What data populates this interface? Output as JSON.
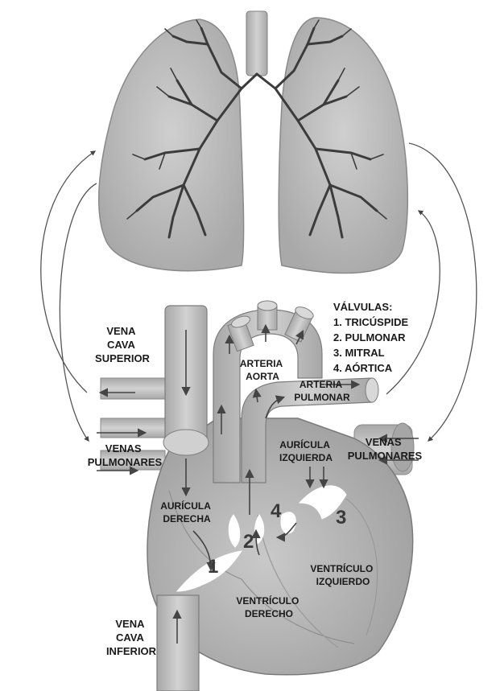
{
  "colors": {
    "background": "#ffffff",
    "lung_fill": "#bdbdbd",
    "lung_edge": "#8a8a8a",
    "bronchi": "#3c3c3c",
    "heart_fill": "#b4b4b4",
    "vessel_fill": "#c8c8c8",
    "valve": "#ffffff",
    "arrow": "#444444",
    "text": "#1a1a1a"
  },
  "labels": {
    "vena_cava_superior": [
      "VENA",
      "CAVA",
      "SUPERIOR"
    ],
    "vena_cava_inferior": [
      "VENA",
      "CAVA",
      "INFERIOR"
    ],
    "venas_pulmonares_left": [
      "VENAS",
      "PULMONARES"
    ],
    "venas_pulmonares_right": [
      "VENAS",
      "PULMONARES"
    ],
    "arteria_aorta": [
      "ARTERIA",
      "AORTA"
    ],
    "arteria_pulmonar": [
      "ARTERIA",
      "PULMONAR"
    ],
    "auricula_derecha": [
      "AURÍCULA",
      "DERECHA"
    ],
    "auricula_izquierda": [
      "AURÍCULA",
      "IZQUIERDA"
    ],
    "ventriculo_derecho": [
      "VENTRÍCULO",
      "DERECHO"
    ],
    "ventriculo_izquierdo": [
      "VENTRÍCULO",
      "IZQUIERDO"
    ]
  },
  "valves_legend": {
    "title": "VÁLVULAS:",
    "items": [
      "1. TRICÚSPIDE",
      "2. PULMONAR",
      "3. MITRAL",
      "4. AÓRTICA"
    ]
  },
  "valve_numbers": [
    "1",
    "2",
    "3",
    "4"
  ]
}
